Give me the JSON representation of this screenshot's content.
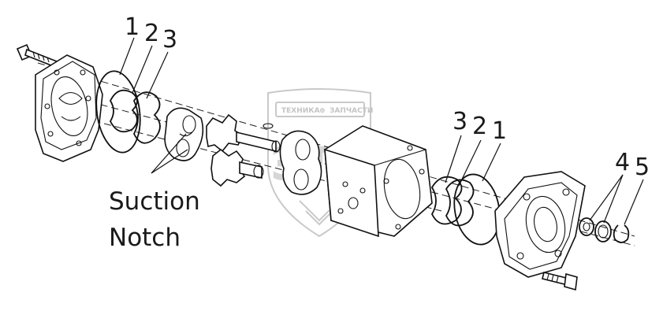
{
  "diagram": {
    "callouts_left": [
      "1",
      "2",
      "3"
    ],
    "callouts_right": [
      "3",
      "2",
      "1",
      "4",
      "5"
    ],
    "note_line1": "Suction",
    "note_line2": "Notch"
  },
  "watermark": {
    "text_left": "ТЕХНИКА",
    "text_right": "ЗАПЧАСТИ"
  }
}
